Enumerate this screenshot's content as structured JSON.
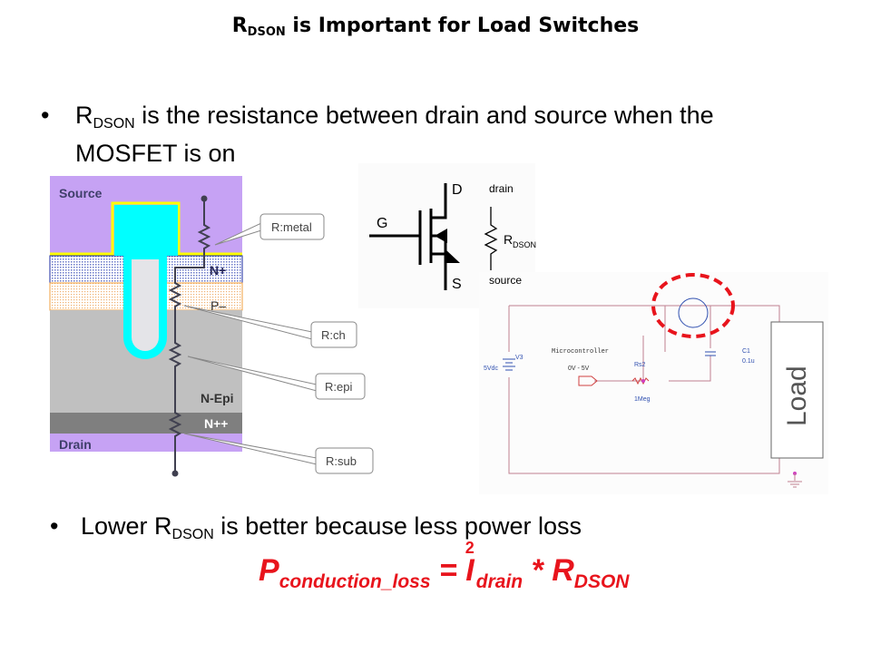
{
  "title": {
    "main": "R",
    "sub": "DSON",
    "rest": " is Important for Load Switches"
  },
  "bullet1": {
    "marker": "•",
    "r": "R",
    "sub": "DSON",
    "rest": " is the resistance between drain and source when the MOSFET is on"
  },
  "cross_section": {
    "layers": {
      "source": "Source",
      "n_plus": "N+",
      "p_minus": "P–",
      "n_epi": "N-Epi",
      "n_plus_plus": "N++",
      "drain": "Drain"
    },
    "callouts": [
      "R:metal",
      "R:ch",
      "R:epi",
      "R:sub"
    ],
    "colors": {
      "metal": "#c6a2f4",
      "gate": "#00ffff",
      "epi": "#c0c0c0",
      "substrate": "#7f7f7f",
      "gate_edge": "#ffff00"
    }
  },
  "mosfet_symbol": {
    "d": "D",
    "g": "G",
    "s": "S",
    "drain": "drain",
    "r": "R",
    "r_sub": "DSON",
    "source": "source"
  },
  "circuit": {
    "v_label": "V3",
    "v_value": "5Vdc",
    "mcu_label": "Microcontroller",
    "mcu_range": "0V - 5V",
    "r_label": "Rs2",
    "r_value": "1Meg",
    "c_label": "C1",
    "c_value": "0.1u",
    "load": "Load",
    "highlight_color": "#e8141c"
  },
  "bullet2": {
    "marker": "•",
    "text": "Lower R",
    "sub": "DSON",
    "rest": " is better because less power loss"
  },
  "formula": {
    "p": "P",
    "p_sub": "conduction_loss",
    "eq": " = ",
    "i": "I",
    "i_sup": "2",
    "i_sub": "drain",
    "times": " * ",
    "r": "R",
    "r_sub": "DSON"
  }
}
